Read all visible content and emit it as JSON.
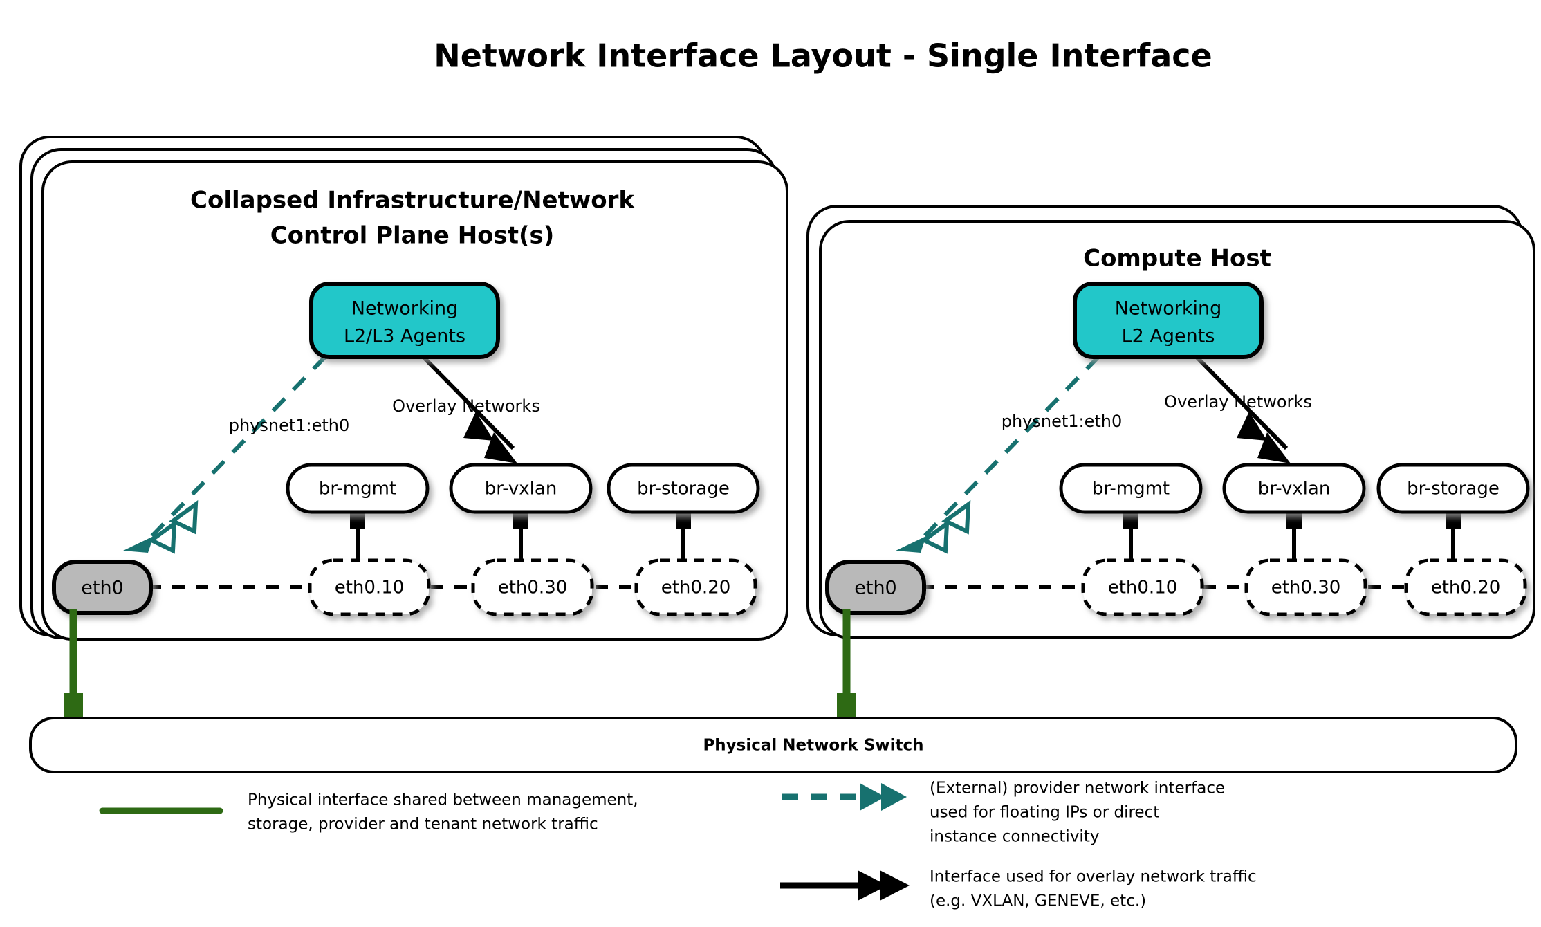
{
  "title": "Network Interface Layout - Single Interface",
  "colors": {
    "agent_fill": "#22C7C9",
    "nic_fill": "#B9B9B9",
    "physical_link": "#2E6A14",
    "provider_link": "#17716F",
    "overlay_link": "#000000",
    "outline": "#000000",
    "background": "#FFFFFF"
  },
  "hosts": [
    {
      "id": "control-plane-host",
      "title_line1": "Collapsed Infrastructure/Network",
      "title_line2": "Control Plane Host(s)",
      "stack_count": 3,
      "agent": {
        "line1": "Networking",
        "line2": "L2/L3 Agents"
      },
      "provider_label": "physnet1:eth0",
      "overlay_label": "Overlay Networks",
      "nic": "eth0",
      "bridges": [
        {
          "bridge": "br-mgmt",
          "vlan": "eth0.10"
        },
        {
          "bridge": "br-vxlan",
          "vlan": "eth0.30"
        },
        {
          "bridge": "br-storage",
          "vlan": "eth0.20"
        }
      ]
    },
    {
      "id": "compute-host",
      "title_line1": "Compute Host",
      "title_line2": "",
      "stack_count": 2,
      "agent": {
        "line1": "Networking",
        "line2": "L2 Agents"
      },
      "provider_label": "physnet1:eth0",
      "overlay_label": "Overlay Networks",
      "nic": "eth0",
      "bridges": [
        {
          "bridge": "br-mgmt",
          "vlan": "eth0.10"
        },
        {
          "bridge": "br-vxlan",
          "vlan": "eth0.30"
        },
        {
          "bridge": "br-storage",
          "vlan": "eth0.20"
        }
      ]
    }
  ],
  "switch": {
    "label": "Physical Network Switch"
  },
  "legend": [
    {
      "id": "physical-interface",
      "style": "solid-green-line",
      "lines": [
        "Physical interface shared between management,",
        "storage, provider and tenant network traffic"
      ]
    },
    {
      "id": "provider-interface",
      "style": "dashed-teal-double-arrow",
      "lines": [
        "(External) provider network interface",
        "used for floating IPs or direct",
        "instance connectivity"
      ]
    },
    {
      "id": "overlay-interface",
      "style": "solid-black-double-arrow",
      "lines": [
        "Interface used for overlay network traffic",
        "(e.g. VXLAN, GENEVE, etc.)"
      ]
    }
  ]
}
